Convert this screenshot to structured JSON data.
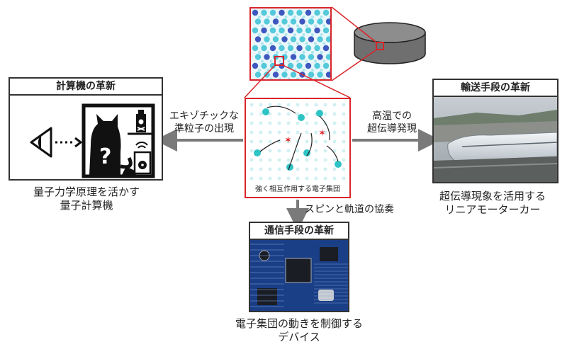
{
  "center": {
    "caption": "強く相互作用する電子集団",
    "colors": {
      "frame": "#d9252b",
      "particle": "#2ec4c6",
      "spin": "#e0262b"
    }
  },
  "left": {
    "title": "計算機の革新",
    "arrow_label_line1": "エキゾチックな",
    "arrow_label_line2": "準粒子の出現",
    "caption_line1": "量子力学原理を活かす",
    "caption_line2": "量子計算機",
    "icons": [
      "eye-icon",
      "cat-icon",
      "question-icon",
      "poison-bottle-icon",
      "wifi-device-icon",
      "radioactive-icon"
    ]
  },
  "right": {
    "title": "輸送手段の革新",
    "arrow_label_line1": "高温での",
    "arrow_label_line2": "超伝導発現",
    "caption_line1": "超伝導現象を活用する",
    "caption_line2": "リニアモーターカー"
  },
  "bottom": {
    "title": "通信手段の革新",
    "arrow_label": "スピンと軌道の協奏",
    "caption_line1": "電子集団の動きを制御する",
    "caption_line2": "デバイス"
  }
}
